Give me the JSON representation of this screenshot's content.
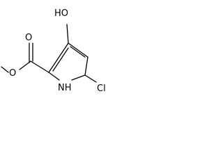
{
  "molecule": {
    "atoms": {
      "hydroxyl": "HO",
      "ring_nitrogen": "NH",
      "chlorine": "Cl",
      "carbonyl_oxygen": "O",
      "ester_oxygen": "O"
    },
    "colors": {
      "bond": "#000000",
      "label": "#000000",
      "background": "#ffffff"
    }
  }
}
